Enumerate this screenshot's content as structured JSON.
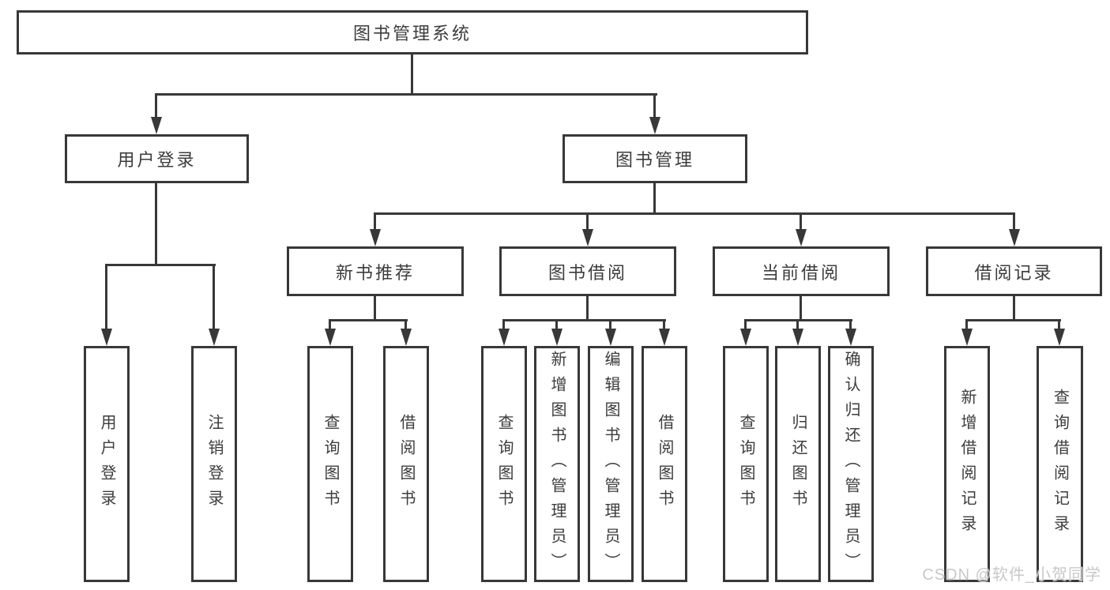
{
  "nodes": {
    "root": "图书管理系统",
    "user_login": "用户登录",
    "book_management": "图书管理",
    "new_book_recommend": "新书推荐",
    "book_borrow": "图书借阅",
    "current_borrow": "当前借阅",
    "borrow_record": "借阅记录",
    "leaf_user_login": "用户登录",
    "leaf_logout": "注销登录",
    "leaf_nb_query_book": "查询图书",
    "leaf_nb_borrow_book": "借阅图书",
    "leaf_bb_query_book": "查询图书",
    "leaf_bb_add_book": "新增图书（管理员）",
    "leaf_bb_edit_book": "编辑图书（管理员）",
    "leaf_bb_borrow_book": "借阅图书",
    "leaf_cb_query_book": "查询图书",
    "leaf_cb_return_book": "归还图书",
    "leaf_cb_confirm_return": "确认归还（管理员）",
    "leaf_br_add_record": "新增借阅记录",
    "leaf_br_query_record": "查询借阅记录"
  },
  "watermark": "CSDN @软件_小贺同学",
  "colors": {
    "line": "#383838",
    "text": "#3c3c3c",
    "background": "#ffffff",
    "watermark": "#c8c8c8"
  }
}
